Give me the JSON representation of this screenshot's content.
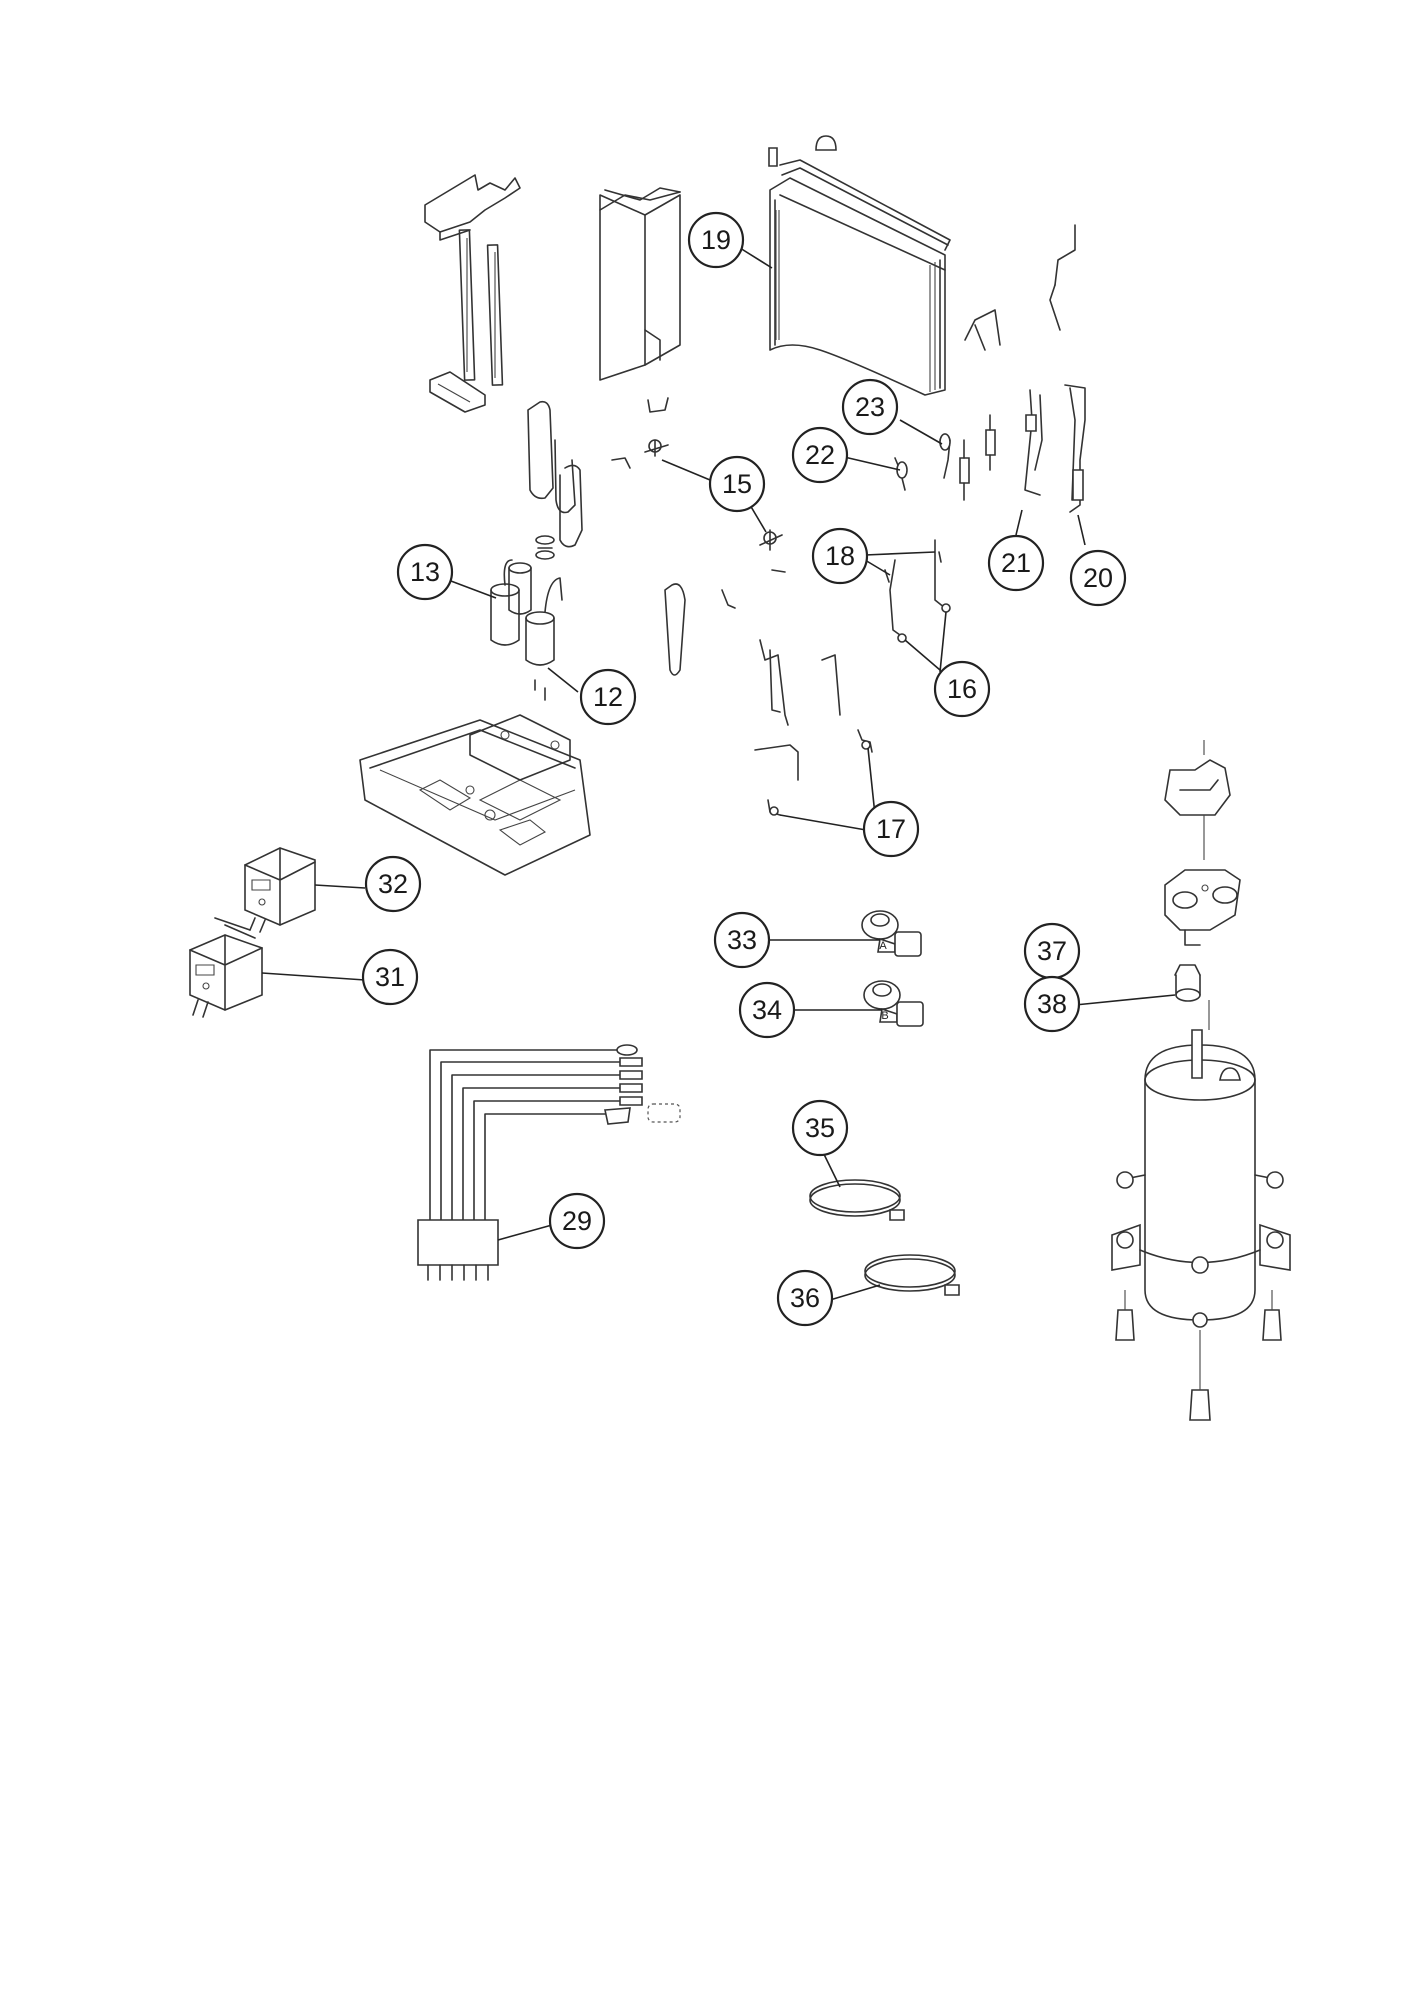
{
  "diagram": {
    "callouts": [
      {
        "id": "c19",
        "label": "19"
      },
      {
        "id": "c23",
        "label": "23"
      },
      {
        "id": "c22",
        "label": "22"
      },
      {
        "id": "c15",
        "label": "15"
      },
      {
        "id": "c13",
        "label": "13"
      },
      {
        "id": "c18",
        "label": "18"
      },
      {
        "id": "c21",
        "label": "21"
      },
      {
        "id": "c20",
        "label": "20"
      },
      {
        "id": "c12",
        "label": "12"
      },
      {
        "id": "c16",
        "label": "16"
      },
      {
        "id": "c17",
        "label": "17"
      },
      {
        "id": "c32",
        "label": "32"
      },
      {
        "id": "c31",
        "label": "31"
      },
      {
        "id": "c33",
        "label": "33"
      },
      {
        "id": "c34",
        "label": "34"
      },
      {
        "id": "c37",
        "label": "37"
      },
      {
        "id": "c38",
        "label": "38"
      },
      {
        "id": "c35",
        "label": "35"
      },
      {
        "id": "c36",
        "label": "36"
      },
      {
        "id": "c29",
        "label": "29"
      }
    ],
    "coil_labels": {
      "coil_a": "A",
      "coil_b": "B"
    }
  }
}
